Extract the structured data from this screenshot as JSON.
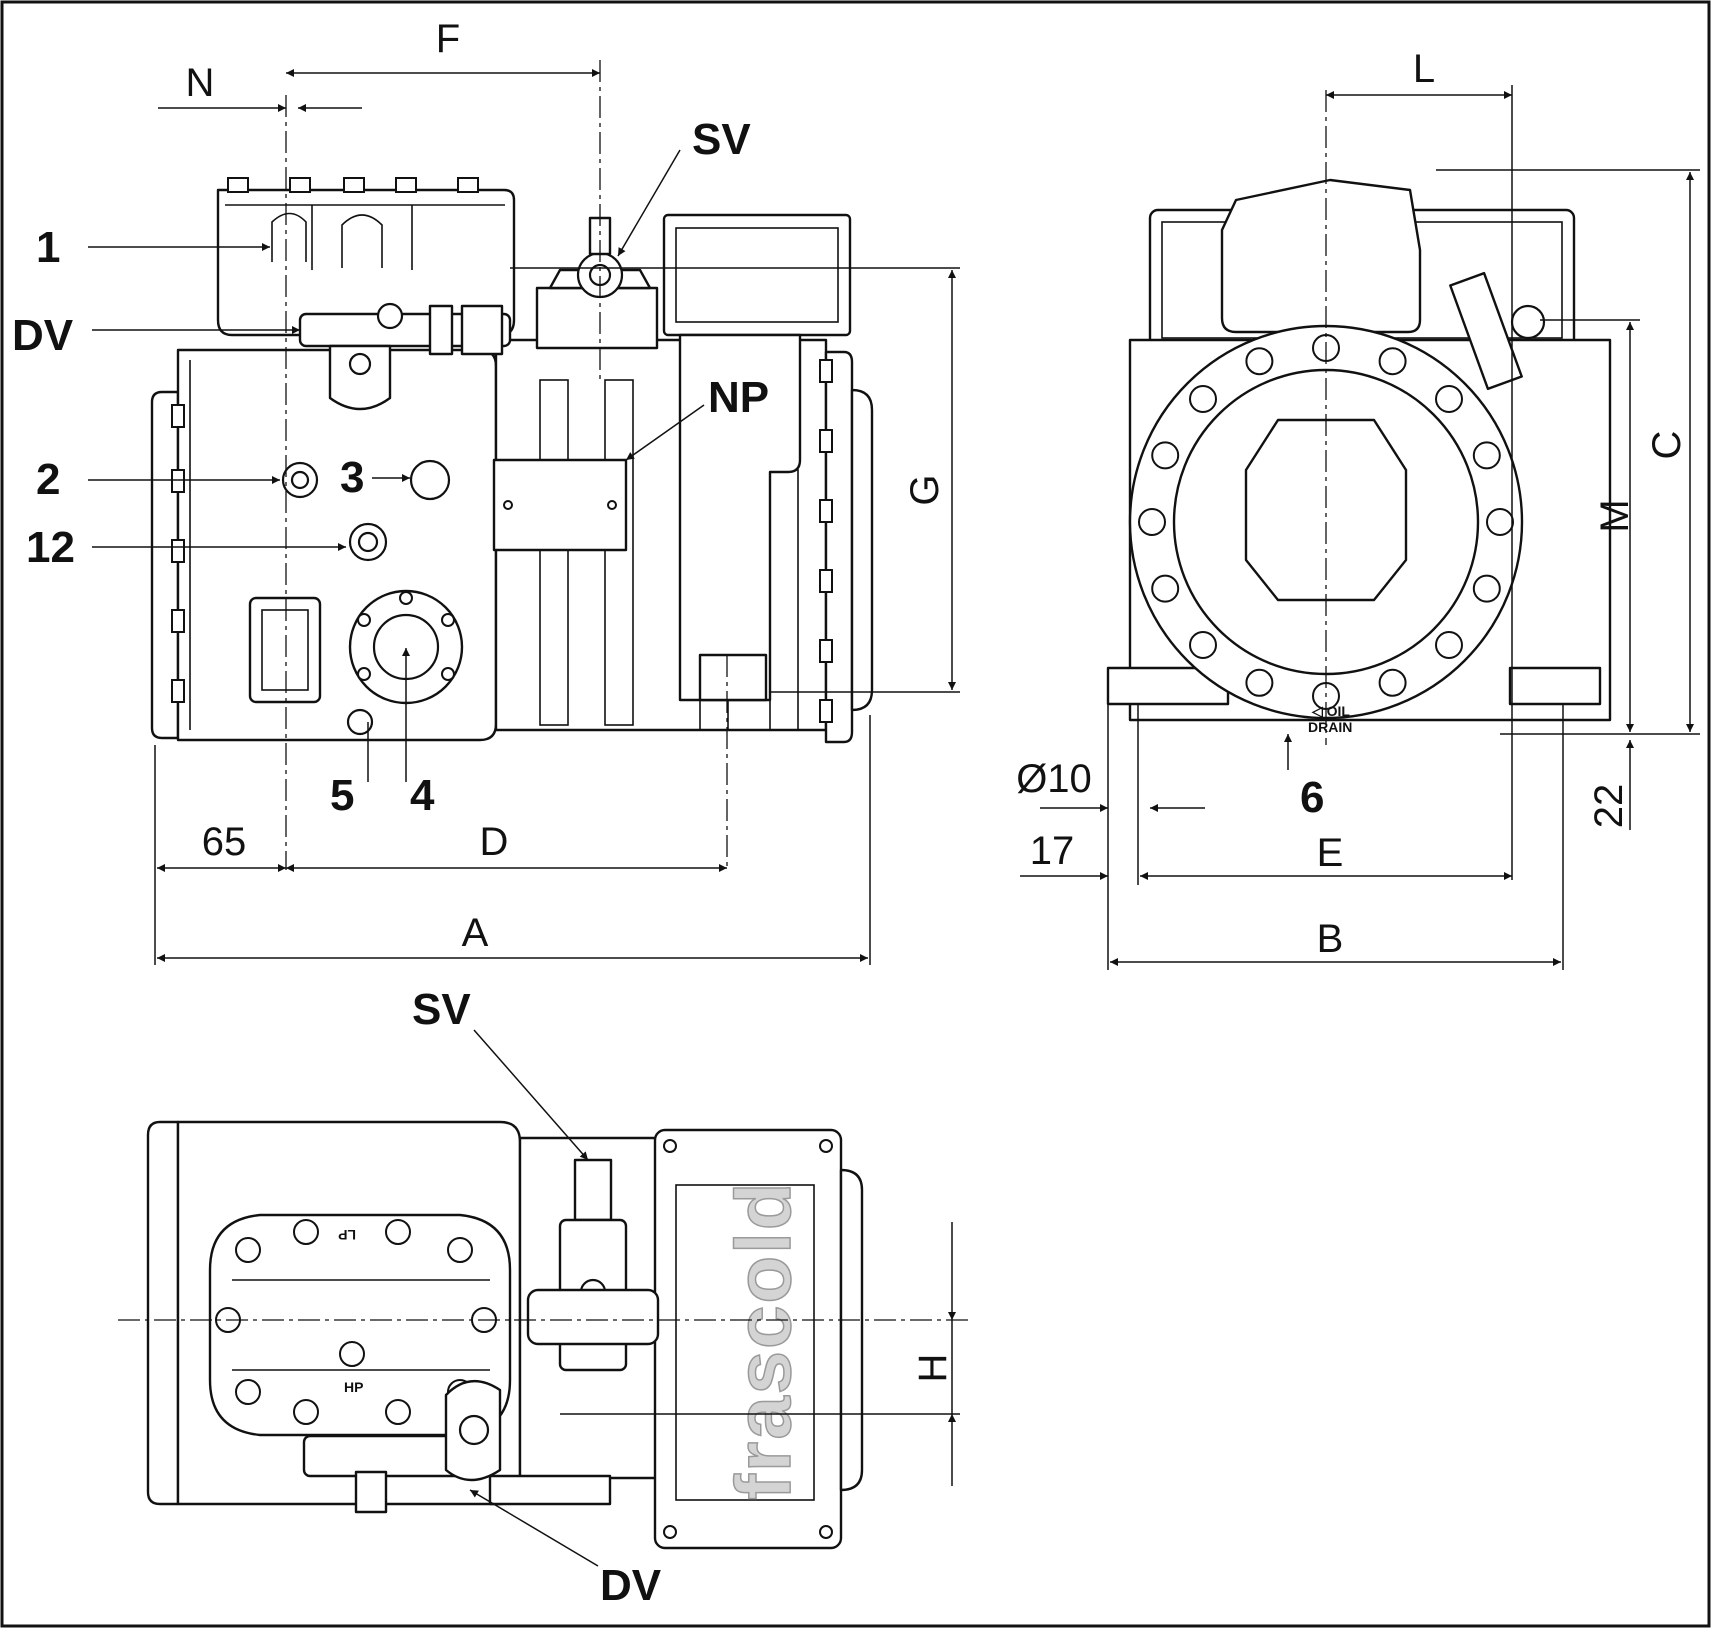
{
  "dimensions": {
    "A": "A",
    "B": "B",
    "C": "C",
    "D": "D",
    "E": "E",
    "F": "F",
    "G": "G",
    "H": "H",
    "L": "L",
    "M": "M",
    "N": "N",
    "d65": "65",
    "d17": "17",
    "d22": "22",
    "dia10": "Ø10"
  },
  "callouts": {
    "c1": "1",
    "c2": "2",
    "c3": "3",
    "c4": "4",
    "c5": "5",
    "c6": "6",
    "c12": "12",
    "dv_side": "DV",
    "dv_top": "DV",
    "sv_side": "SV",
    "sv_top": "SV",
    "np": "NP"
  },
  "markings": {
    "oil_drain_1": "◁ OIL",
    "oil_drain_2": "DRAIN",
    "lp": "LP",
    "hp": "HP"
  },
  "brand": {
    "logo": "frascold"
  }
}
